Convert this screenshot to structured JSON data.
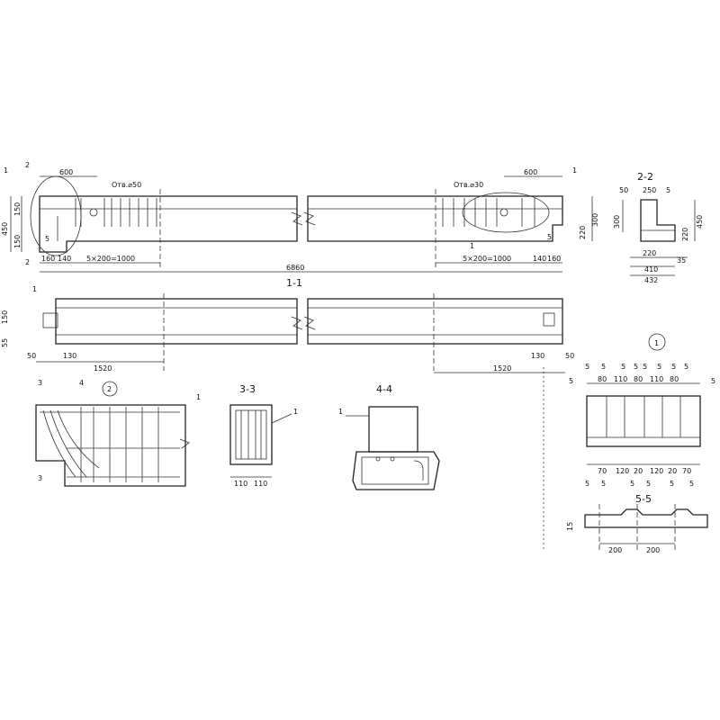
{
  "views": {
    "elevation": {
      "callout_1": "1",
      "callout_2": "2",
      "dim_600_left": "600",
      "hole_left": "Отв.⌀50",
      "hole_right": "Отв.⌀30",
      "dim_600_right": "600",
      "marker_1_right": "1",
      "dim_450": "450",
      "dim_150_a": "150",
      "dim_150_b": "150",
      "dim_5_left": "5",
      "dim_5_right": "5",
      "dim_300": "300",
      "dim_220": "220",
      "dim_160_left": "160",
      "dim_140_left": "140",
      "dim_spacing_left": "5×200=1000",
      "dim_spacing_right": "5×200=1000",
      "dim_140_right": "140",
      "dim_160_right": "160",
      "dim_total": "6860",
      "leader_1": "1",
      "marker_2_bottom": "2"
    },
    "plan": {
      "title": "1-1",
      "leader_1": "1",
      "dim_150": "150",
      "dim_55": "55",
      "dim_50_left": "50",
      "dim_130_left": "130",
      "dim_1520_left": "1520",
      "dim_1520_right": "1520",
      "dim_130_right": "130",
      "dim_50_right": "50"
    },
    "section_2_2": {
      "title": "2-2",
      "dim_50": "50",
      "dim_250": "250",
      "dim_5": "5",
      "dim_300": "300",
      "dim_450": "450",
      "dim_220_v": "220",
      "dim_220": "220",
      "dim_35": "35",
      "dim_410": "410",
      "dim_432": "432"
    },
    "detail_2": {
      "label": "2",
      "marker_3": "3",
      "marker_4": "4",
      "marker_3_bottom": "3",
      "leader_1": "1"
    },
    "section_3_3": {
      "title": "3-3",
      "leader_1": "1",
      "dim_110_a": "110",
      "dim_110_b": "110"
    },
    "section_4_4": {
      "title": "4-4",
      "leader_1": "1"
    },
    "detail_1": {
      "label": "1",
      "top_dims": [
        "5",
        "5",
        "5",
        "5",
        "5",
        "5",
        "5",
        "5"
      ],
      "top_dims_2": [
        "80",
        "110",
        "80",
        "110",
        "80"
      ],
      "side_5_left": "5",
      "side_5_right": "5",
      "bottom_dims": [
        "70",
        "120",
        "20",
        "120",
        "20",
        "70"
      ],
      "bottom_dims_2": [
        "5",
        "5",
        "5",
        "5",
        "5",
        "5"
      ]
    },
    "section_5_5": {
      "title": "5-5",
      "dim_15": "15",
      "dim_200_a": "200",
      "dim_200_b": "200"
    }
  }
}
